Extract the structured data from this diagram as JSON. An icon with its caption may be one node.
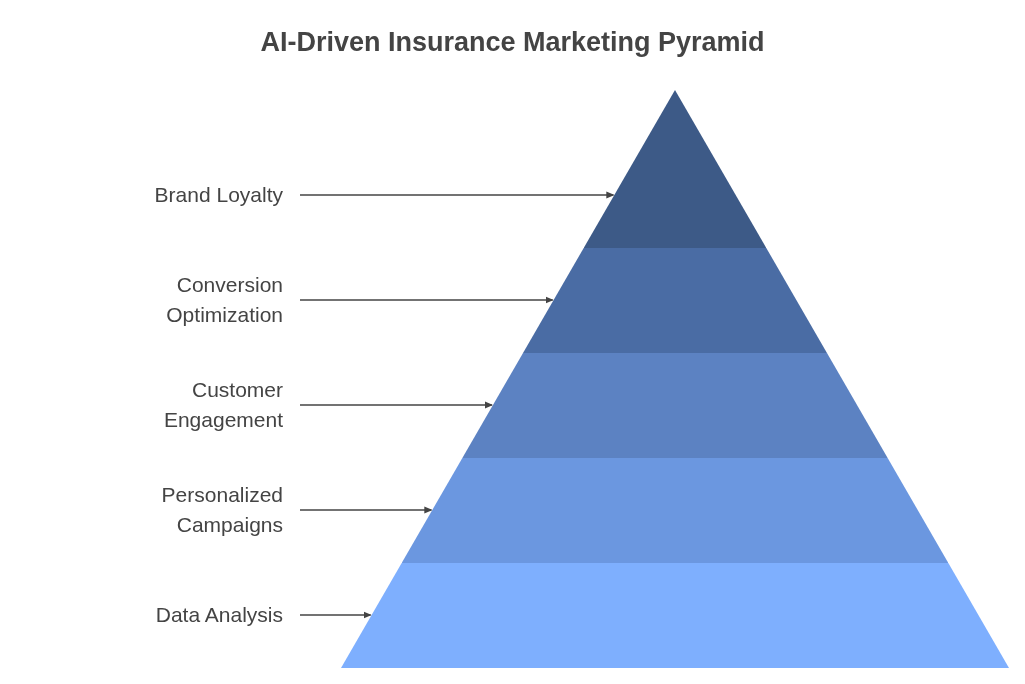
{
  "diagram": {
    "title": "AI-Driven Insurance Marketing Pyramid",
    "nodes": [
      {
        "text": [
          "Brand Loyalty"
        ]
      },
      {
        "text": [
          "Conversion Optimization"
        ]
      },
      {
        "text": [
          "Customer Engagement"
        ]
      },
      {
        "text": [
          "Personalized Campaigns"
        ]
      },
      {
        "text": [
          "Data Analysis"
        ]
      },
      {
        "text": [],
        "shape": "triangle"
      },
      {
        "text": [],
        "shape": "trapezoid"
      },
      {
        "text": [],
        "shape": "trapezoid"
      },
      {
        "text": [],
        "shape": "trapezoid"
      },
      {
        "text": [],
        "shape": "trapezoid"
      }
    ],
    "edges": [
      {
        "from": 0,
        "to": 5,
        "arrow": "to"
      },
      {
        "from": 1,
        "to": 6,
        "arrow": "to"
      },
      {
        "from": 2,
        "to": 7,
        "arrow": "to"
      },
      {
        "from": 3,
        "to": 8,
        "arrow": "to"
      },
      {
        "from": 4,
        "to": 9,
        "arrow": "to"
      }
    ]
  }
}
